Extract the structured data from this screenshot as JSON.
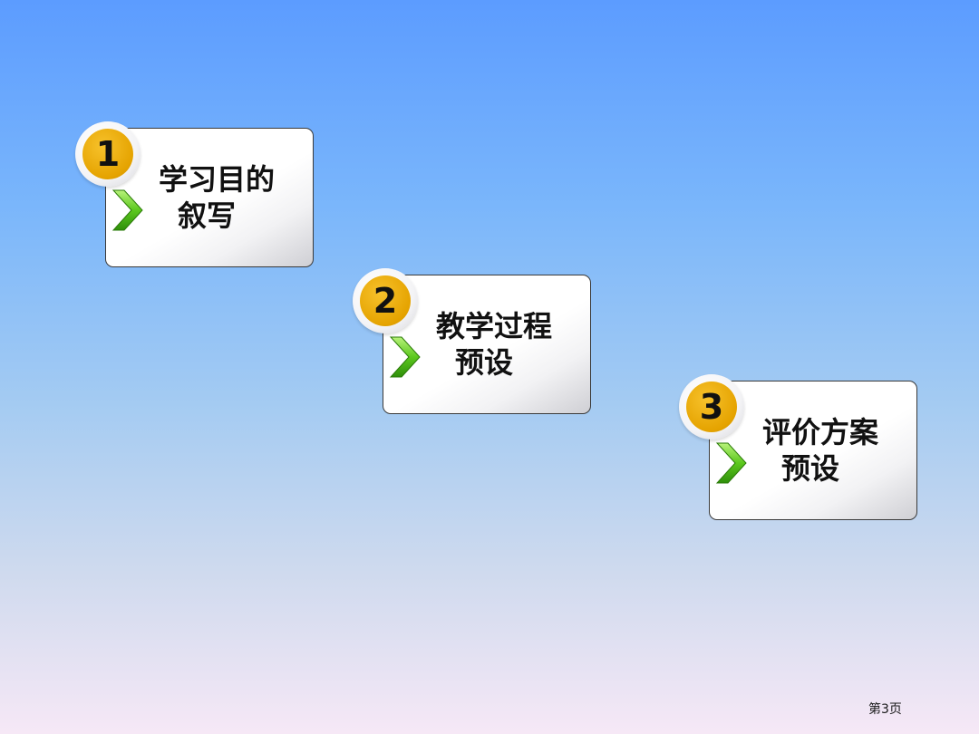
{
  "cards": [
    {
      "number": "1",
      "line1": "学习目的",
      "line2": "叙写"
    },
    {
      "number": "2",
      "line1": "教学过程",
      "line2": "预设"
    },
    {
      "number": "3",
      "line1": "评价方案",
      "line2": "预设"
    }
  ],
  "footer": {
    "page_label": "第3页"
  },
  "colors": {
    "badge": "#e5a300",
    "arrow": "#5cc81e",
    "background_top": "#5c9cff",
    "background_bottom": "#f6e8f6"
  },
  "icons": {
    "arrow": "chevron-right-icon"
  }
}
